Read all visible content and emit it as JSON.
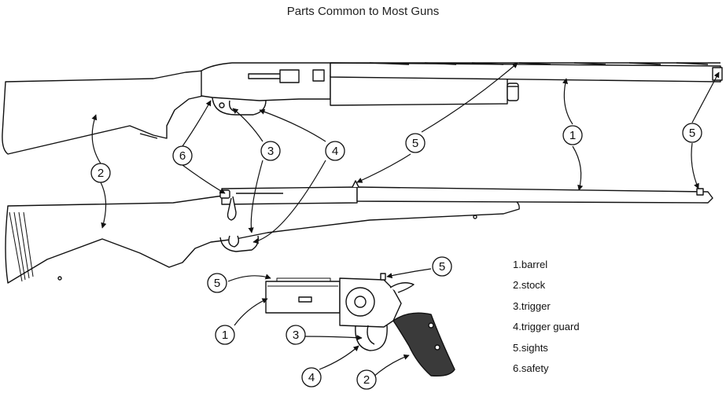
{
  "title": "Parts Common to Most Guns",
  "legend": [
    {
      "number": "1.",
      "part": "barrel"
    },
    {
      "number": "2.",
      "part": "stock"
    },
    {
      "number": "3.",
      "part": "trigger"
    },
    {
      "number": "4.",
      "part": "trigger guard"
    },
    {
      "number": "5.",
      "part": "sights"
    },
    {
      "number": "6.",
      "part": "safety"
    }
  ],
  "callouts": {
    "n1": "1",
    "n2": "2",
    "n3": "3",
    "n4": "4",
    "n5": "5",
    "n6": "6"
  }
}
